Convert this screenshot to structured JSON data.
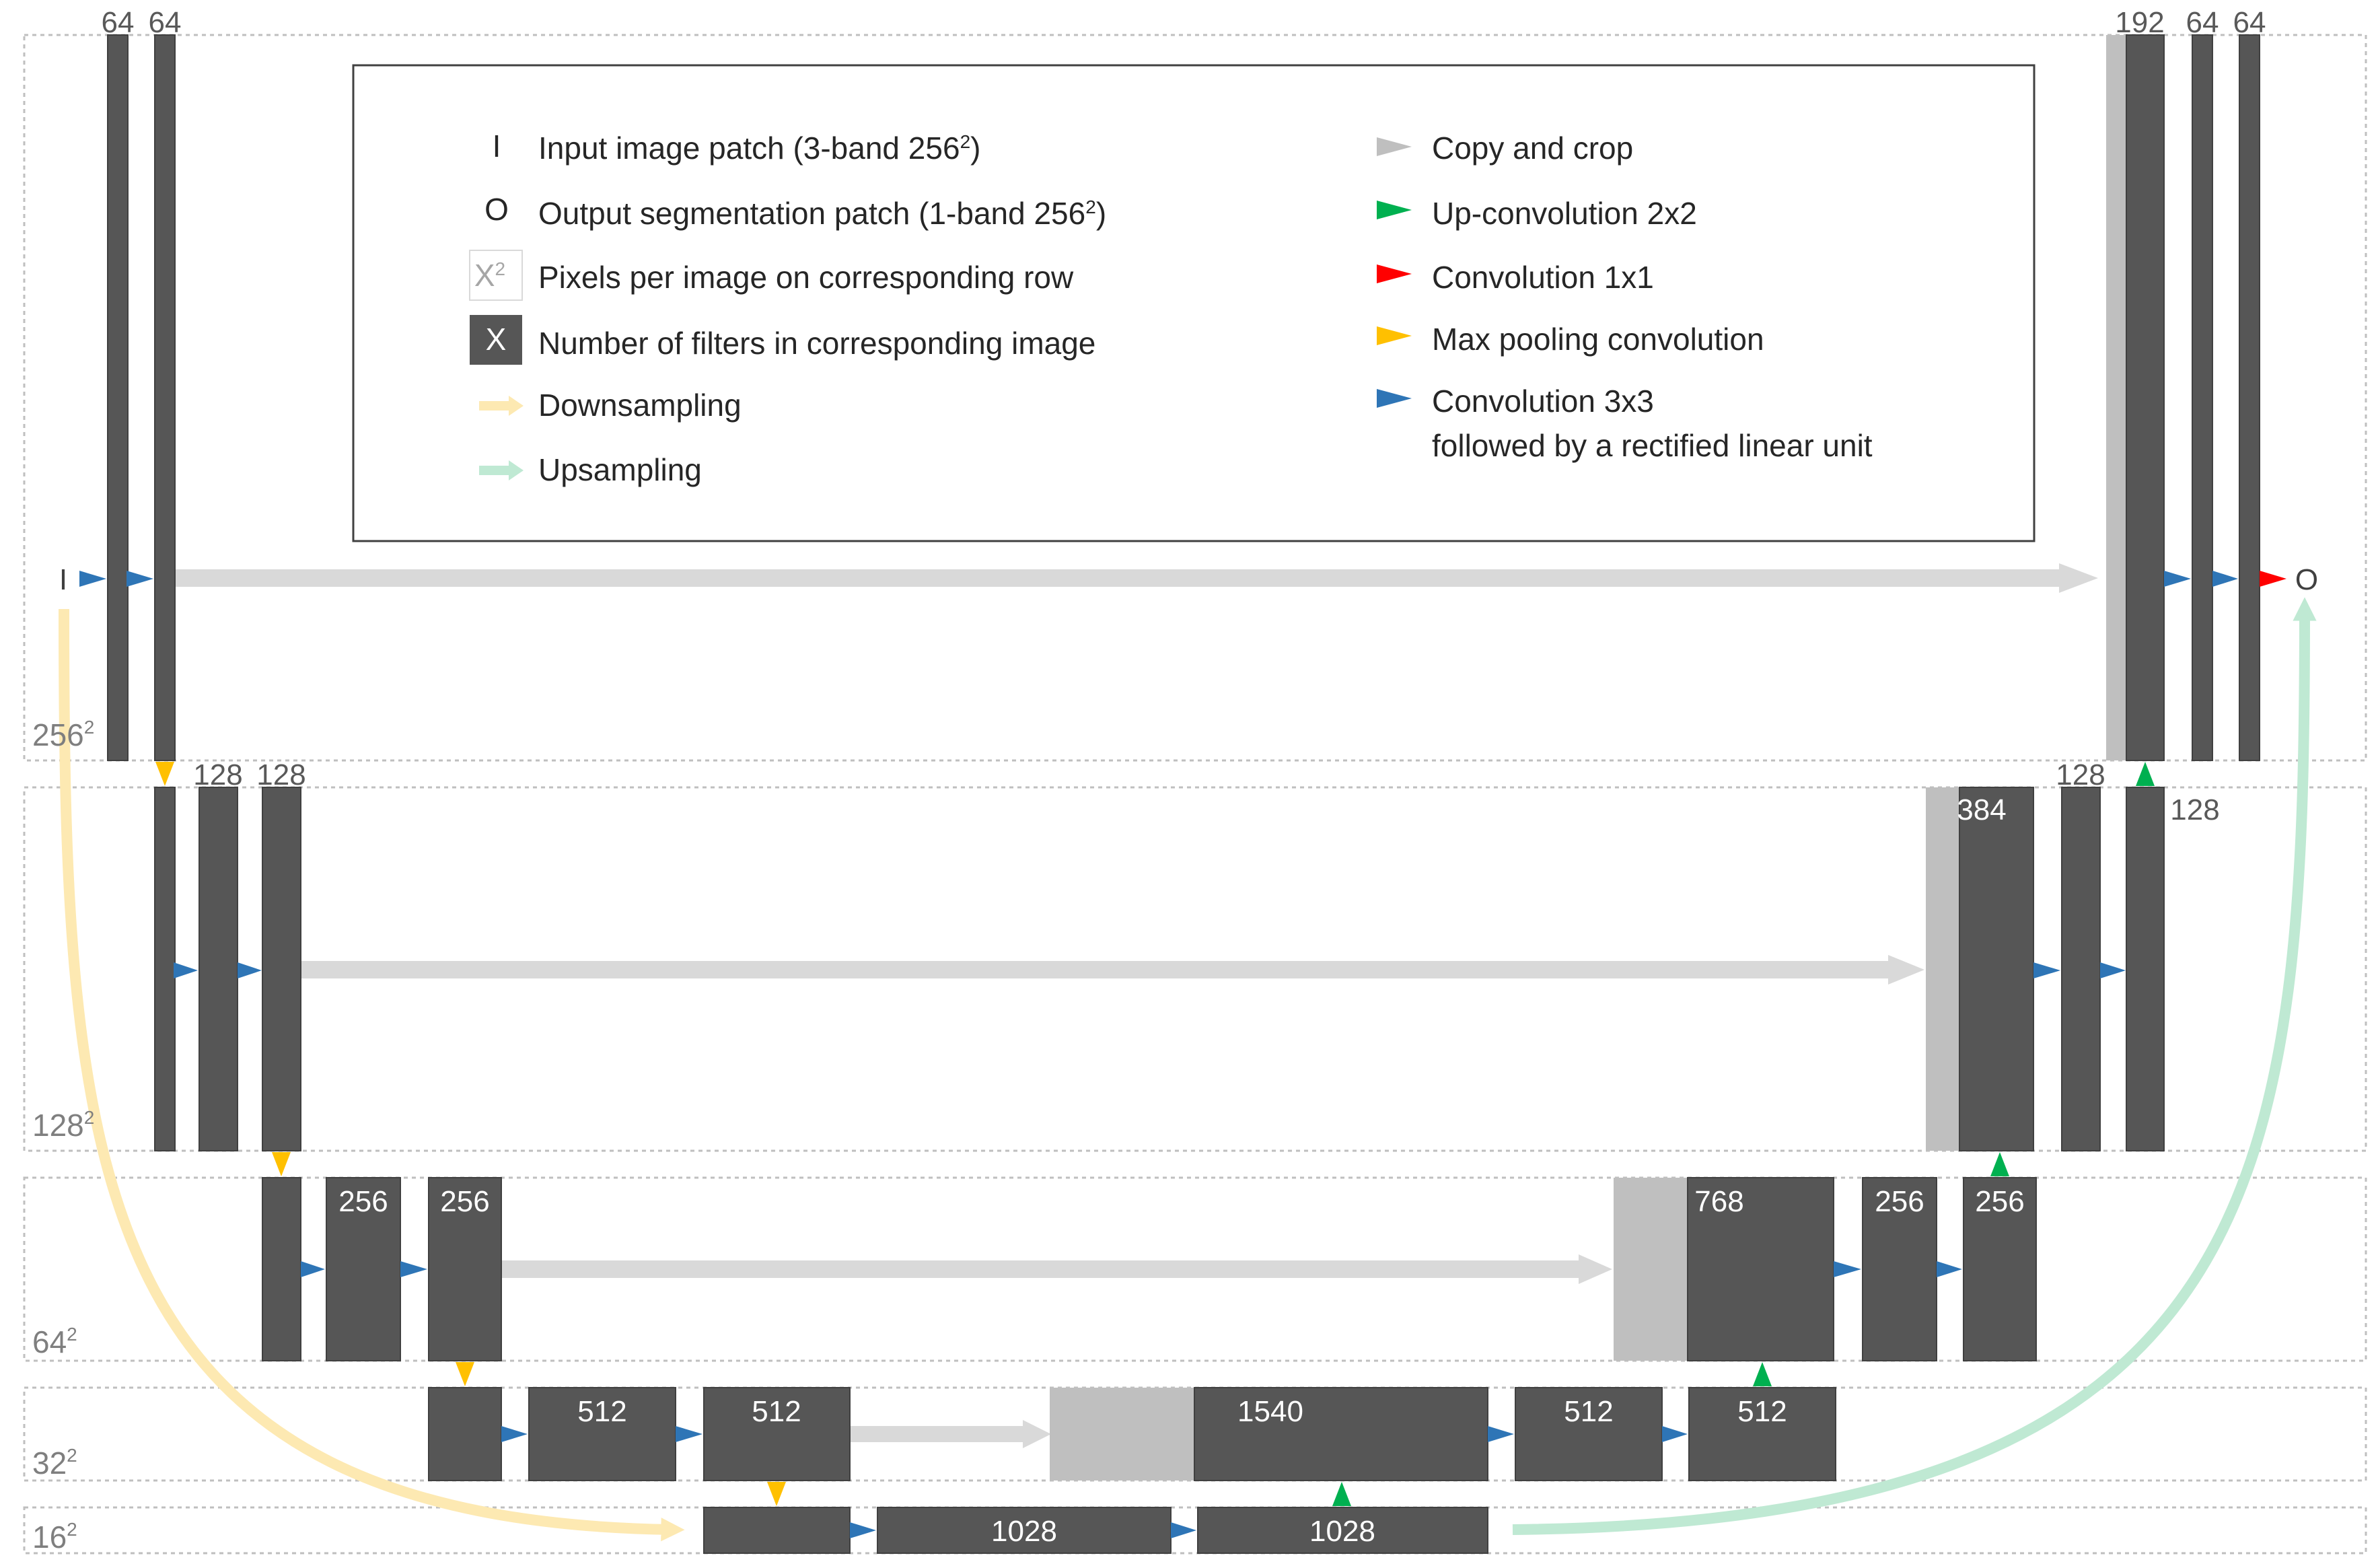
{
  "diagram": {
    "input_symbol": "I",
    "output_symbol": "O",
    "colors": {
      "block": "#565656",
      "copy_block": "#bfbfbf",
      "copy_arrow": "#d9d9d9",
      "conv3x3": "#2e75b6",
      "up_conv": "#00b050",
      "conv1x1": "#ff0000",
      "max_pool": "#ffc000",
      "downsampling": "#fde9b2",
      "upsampling": "#bfe9d3",
      "row_border": "#bfbfbf"
    },
    "rows": [
      {
        "size_base": "256",
        "size_exp": "2"
      },
      {
        "size_base": "128",
        "size_exp": "2"
      },
      {
        "size_base": "64",
        "size_exp": "2"
      },
      {
        "size_base": "32",
        "size_exp": "2"
      },
      {
        "size_base": "16",
        "size_exp": "2"
      }
    ],
    "filter_labels": {
      "r0_left_1": "64",
      "r0_left_2": "64",
      "r0_right_concat": "192",
      "r0_right_1": "64",
      "r0_right_2": "64",
      "r1_left_2": "128",
      "r1_left_3": "128",
      "r1_right_concat": "384",
      "r1_right_2": "128",
      "r1_right_3": "128",
      "r2_left_2": "256",
      "r2_left_3": "256",
      "r2_right_concat": "768",
      "r2_right_2": "256",
      "r2_right_3": "256",
      "r3_left_2": "512",
      "r3_left_3": "512",
      "r3_right_concat": "1540",
      "r3_right_2": "512",
      "r3_right_3": "512",
      "r4_1": "1028",
      "r4_2": "1028"
    }
  },
  "legend": {
    "left": [
      {
        "symbol": "I",
        "text": "Input image patch (3-band 256",
        "sup": "2",
        "tail": ")"
      },
      {
        "symbol": "O",
        "text": "Output segmentation patch (1-band 256",
        "sup": "2",
        "tail": ")"
      },
      {
        "symbol": "X",
        "symbol_sup": "2",
        "text": "Pixels per image on corresponding row"
      },
      {
        "symbol": "X",
        "text": "Number of filters in corresponding image"
      },
      {
        "symbol": "downsampling-arrow-icon",
        "text": "Downsampling"
      },
      {
        "symbol": "upsampling-arrow-icon",
        "text": "Upsampling"
      }
    ],
    "right": [
      {
        "symbol": "gray-triangle-icon",
        "text": "Copy and crop"
      },
      {
        "symbol": "green-triangle-icon",
        "text": "Up-convolution 2x2"
      },
      {
        "symbol": "red-triangle-icon",
        "text": "Convolution 1x1"
      },
      {
        "symbol": "yellow-triangle-icon",
        "text": "Max pooling convolution"
      },
      {
        "symbol": "blue-triangle-icon",
        "text": "Convolution 3x3",
        "text2": "followed by a rectified linear unit"
      }
    ]
  }
}
